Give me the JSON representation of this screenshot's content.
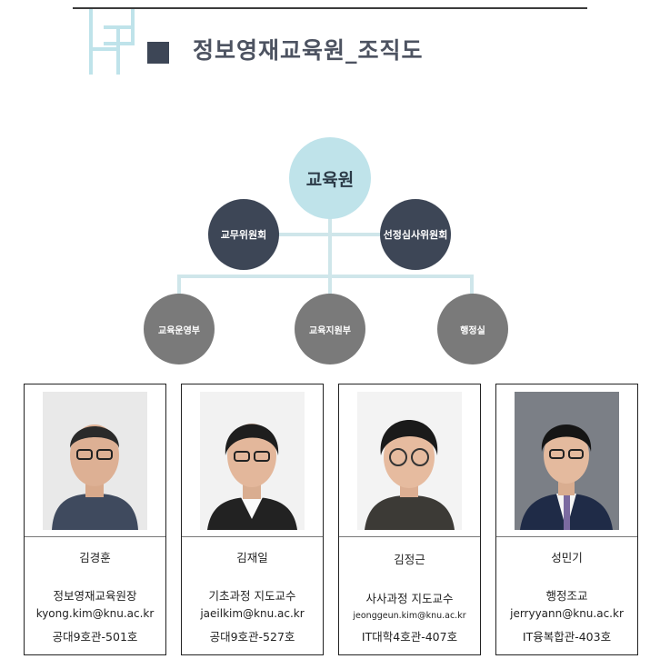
{
  "title": "정보영재교육원_조직도",
  "org": {
    "top": "교육원",
    "middle_left": "교무위원회",
    "middle_right": "선정심사위원회",
    "bottom": [
      "교육운영부",
      "교육지원부",
      "행정실"
    ]
  },
  "staff": [
    {
      "name": "김경훈",
      "role": "정보영재교육원장",
      "email": "kyong.kim@knu.ac.kr",
      "office": "공대9호관-501호"
    },
    {
      "name": "김재일",
      "role": "기초과정  지도교수",
      "email": "jaeilkim@knu.ac.kr",
      "office": "공대9호관-527호"
    },
    {
      "name": "김정근",
      "role": "사사과정  지도교수",
      "email": "jeonggeun.kim@knu.ac.kr",
      "office": "IT대학4호관-407호"
    },
    {
      "name": "성민기",
      "role": "행정조교",
      "email": "jerryyann@knu.ac.kr",
      "office": "IT융복합관-403호"
    }
  ],
  "colors": {
    "top_node": "#bfe3ea",
    "middle_nodes": "#3d4656",
    "bottom_nodes": "#7a7a7a",
    "connectors": "#cfe6ea",
    "title": "#4d5361"
  }
}
